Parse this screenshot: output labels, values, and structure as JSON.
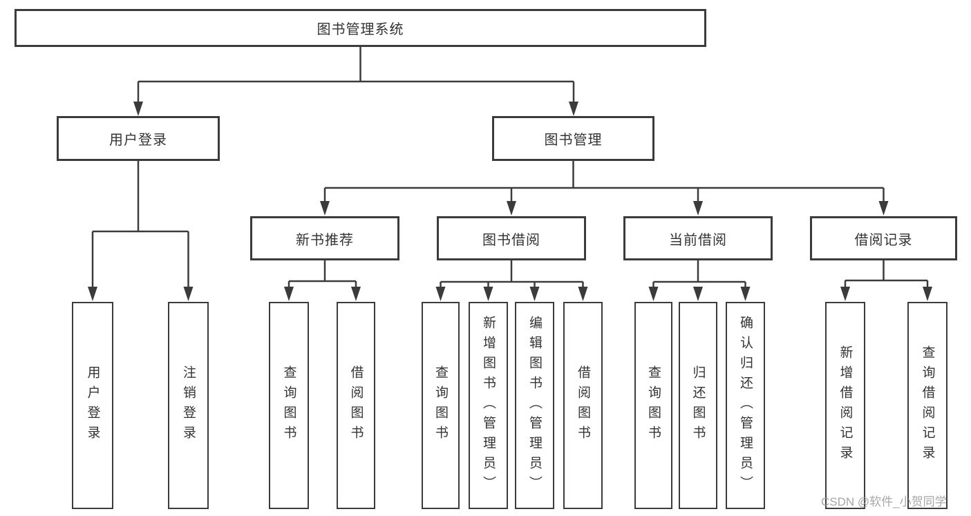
{
  "diagram": {
    "root": "图书管理系统",
    "level2": {
      "login": "用户登录",
      "management": "图书管理"
    },
    "level3": {
      "recommend": "新书推荐",
      "borrow": "图书借阅",
      "current": "当前借阅",
      "records": "借阅记录"
    },
    "leaves": {
      "login": [
        "用户登录",
        "注销登录"
      ],
      "recommend": [
        "查询图书",
        "借阅图书"
      ],
      "borrow": [
        "查询图书",
        "新增图书（管理员）",
        "编辑图书（管理员）",
        "借阅图书"
      ],
      "current": [
        "查询图书",
        "归还图书",
        "确认归还（管理员）"
      ],
      "records": [
        "新增借阅记录",
        "查询借阅记录"
      ]
    }
  },
  "watermark": "CSDN @软件_小贺同学",
  "colors": {
    "line": "#3b3b3b",
    "text": "#333333",
    "background": "#ffffff",
    "watermark": "#9e9e9e"
  }
}
